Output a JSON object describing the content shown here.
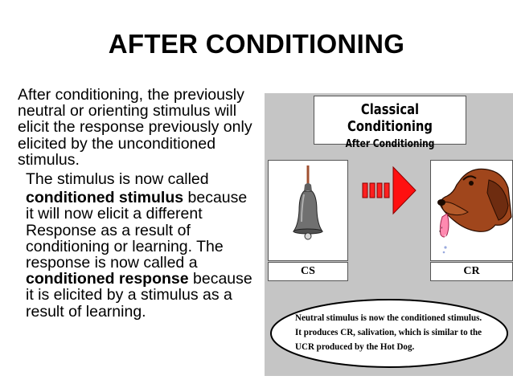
{
  "slide": {
    "title": "AFTER CONDITIONING"
  },
  "body": {
    "para1": "After conditioning, the previously neutral or orienting stimulus will elicit the response previously only elicited by the unconditioned stimulus.",
    "para2": "The stimulus is now called",
    "para3_bold": "conditioned stimulus",
    "para3_rest": " because it will now elicit a different Response as a result of conditioning or learning. The response is now called a ",
    "para3_bold2": "conditioned response",
    "para3_end": " because it is elicited by a stimulus as a result of learning."
  },
  "figure": {
    "title": "Classical Conditioning",
    "subtitle": "After Conditioning",
    "left_label": "CS",
    "right_label": "CR",
    "caption": "Neutral stimulus is now the conditioned stimulus. It produces CR, salivation, which is similar to the UCR produced by the Hot Dog."
  },
  "colors": {
    "arrow": "#ff0000",
    "figure_bg": "#c5c5c5",
    "dog": "#a0461c"
  },
  "icons": [
    "bell-icon",
    "arrow-icon",
    "dog-icon"
  ]
}
